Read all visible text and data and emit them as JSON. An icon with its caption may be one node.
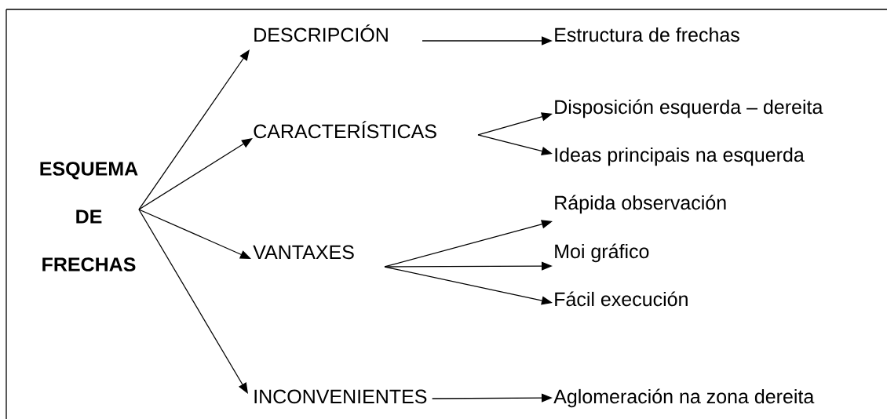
{
  "diagram": {
    "nodes": [
      {
        "text": [
          "ESQUEMA DE FRECHAS"
        ]
      },
      {
        "text": [
          "DESCRIPCIÓN"
        ]
      },
      {
        "text": [
          "Estructura de frechas"
        ]
      },
      {
        "text": [
          "CARACTERÍSTICAS"
        ]
      },
      {
        "text": [
          "Disposición esquerda – dereita"
        ]
      },
      {
        "text": [
          "Ideas principais na esquerda"
        ]
      },
      {
        "text": [
          "VANTAXES"
        ]
      },
      {
        "text": [
          "Rápida observación"
        ]
      },
      {
        "text": [
          "Moi gráfico"
        ]
      },
      {
        "text": [
          "Fácil execución"
        ]
      },
      {
        "text": [
          "INCONVENIENTES"
        ]
      },
      {
        "text": [
          "Aglomeración na zona dereita"
        ]
      }
    ],
    "edges": [
      {
        "from": 0,
        "to": 1,
        "arrow": "to"
      },
      {
        "from": 0,
        "to": 3,
        "arrow": "to"
      },
      {
        "from": 0,
        "to": 6,
        "arrow": "to"
      },
      {
        "from": 0,
        "to": 10,
        "arrow": "to"
      },
      {
        "from": 1,
        "to": 2,
        "arrow": "to"
      },
      {
        "from": 3,
        "to": 4,
        "arrow": "to"
      },
      {
        "from": 3,
        "to": 5,
        "arrow": "to"
      },
      {
        "from": 6,
        "to": 7,
        "arrow": "to"
      },
      {
        "from": 6,
        "to": 8,
        "arrow": "to"
      },
      {
        "from": 6,
        "to": 9,
        "arrow": "to"
      },
      {
        "from": 10,
        "to": 11,
        "arrow": "to"
      }
    ]
  }
}
